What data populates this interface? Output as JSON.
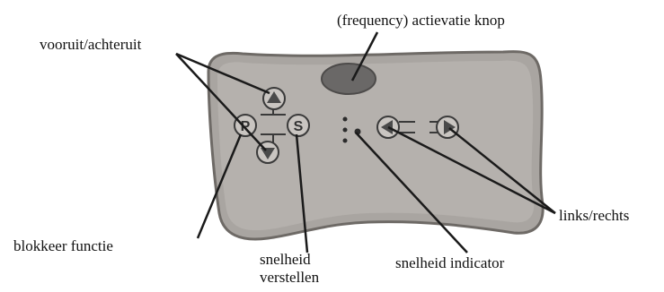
{
  "labels": {
    "activation_button": "(frequency) actievatie knop",
    "forward_backward": "vooruit/achteruit",
    "block_function": "blokkeer functie",
    "speed_adjust_line1": "snelheid",
    "speed_adjust_line2": "verstellen",
    "speed_indicator": "snelheid indicator",
    "left_right": "links/rechts"
  },
  "buttons": {
    "p_key": "P",
    "s_key": "S"
  },
  "colors": {
    "panel": "#a9a5a1",
    "panel_inner": "#bdb9b5",
    "panel_edge": "#6e6a66",
    "activation": "#6a6867",
    "dot": "#2b2b2b",
    "line": "#1a1a1a"
  }
}
